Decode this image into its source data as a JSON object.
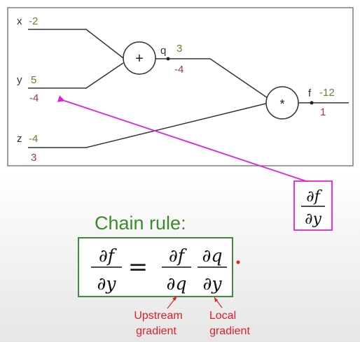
{
  "graph": {
    "inputs": {
      "x": {
        "name": "x",
        "forward": "-2"
      },
      "y": {
        "name": "y",
        "forward": "5",
        "gradient": "-4"
      },
      "z": {
        "name": "z",
        "forward": "-4",
        "gradient": "3"
      }
    },
    "add_node": {
      "symbol": "+"
    },
    "q": {
      "name": "q",
      "forward": "3",
      "gradient": "-4"
    },
    "mul_node": {
      "symbol": "*"
    },
    "f": {
      "name": "f",
      "forward": "-12",
      "gradient": "1"
    }
  },
  "fraction_box": {
    "numerator": "∂f",
    "denominator": "∂y"
  },
  "chain_rule": {
    "title": "Chain rule:",
    "lhs": {
      "numerator": "∂f",
      "denominator": "∂y"
    },
    "equals": "=",
    "upstream": {
      "numerator": "∂f",
      "denominator": "∂q"
    },
    "local": {
      "numerator": "∂q",
      "denominator": "∂y"
    }
  },
  "annotations": {
    "upstream_line1": "Upstream",
    "upstream_line2": "gradient",
    "local_line1": "Local",
    "local_line2": "gradient"
  },
  "colors": {
    "forward_value": "#5a8a2a",
    "gradient_value": "#a03a4a",
    "label": "#333333",
    "magenta": "#e020e0",
    "chain_title": "#3e8a2a",
    "box_border": "#3f8a3f",
    "red_annotation": "#e0202a"
  }
}
